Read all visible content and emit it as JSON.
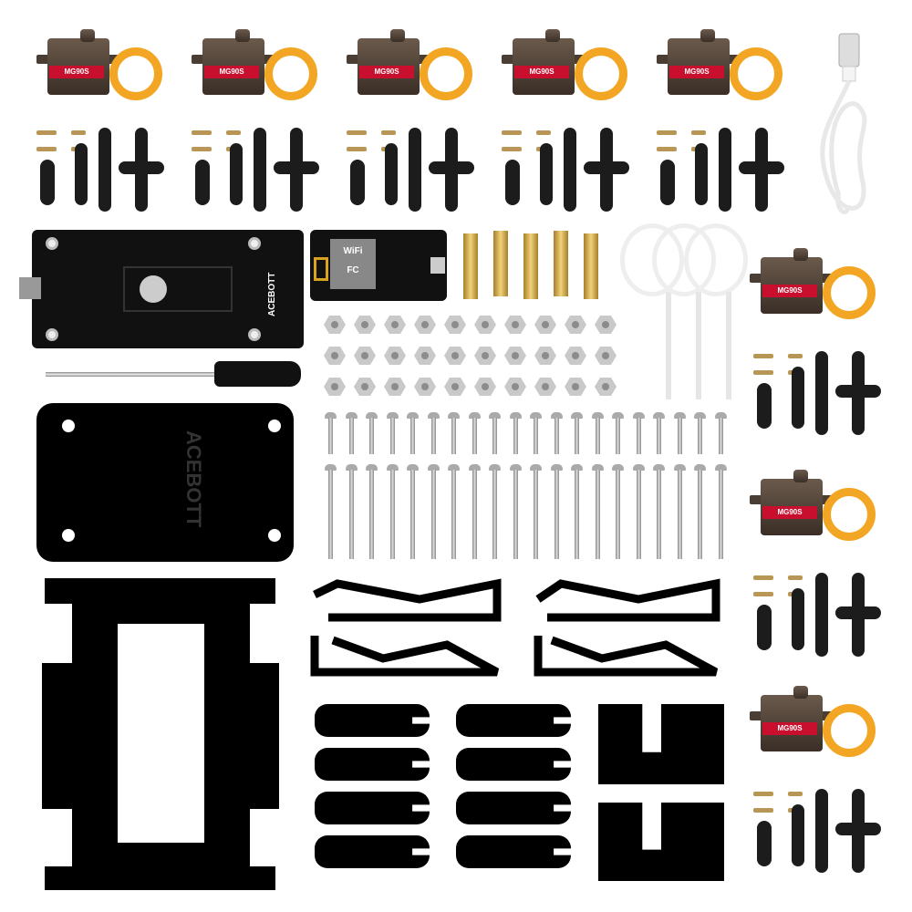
{
  "servo": {
    "label": "MG90S",
    "count": 8
  },
  "board": {
    "brand": "ACEBOTT"
  },
  "wifi_module": {
    "label": "WiFi",
    "fc_mark": "FC"
  },
  "plate": {
    "brand": "ACEBOTT"
  },
  "colors": {
    "servo_label": "#c8102e",
    "servo_cable": "#f2a623",
    "acrylic": "#000000",
    "pcb": "#111111",
    "brass": "#d4b04f"
  }
}
